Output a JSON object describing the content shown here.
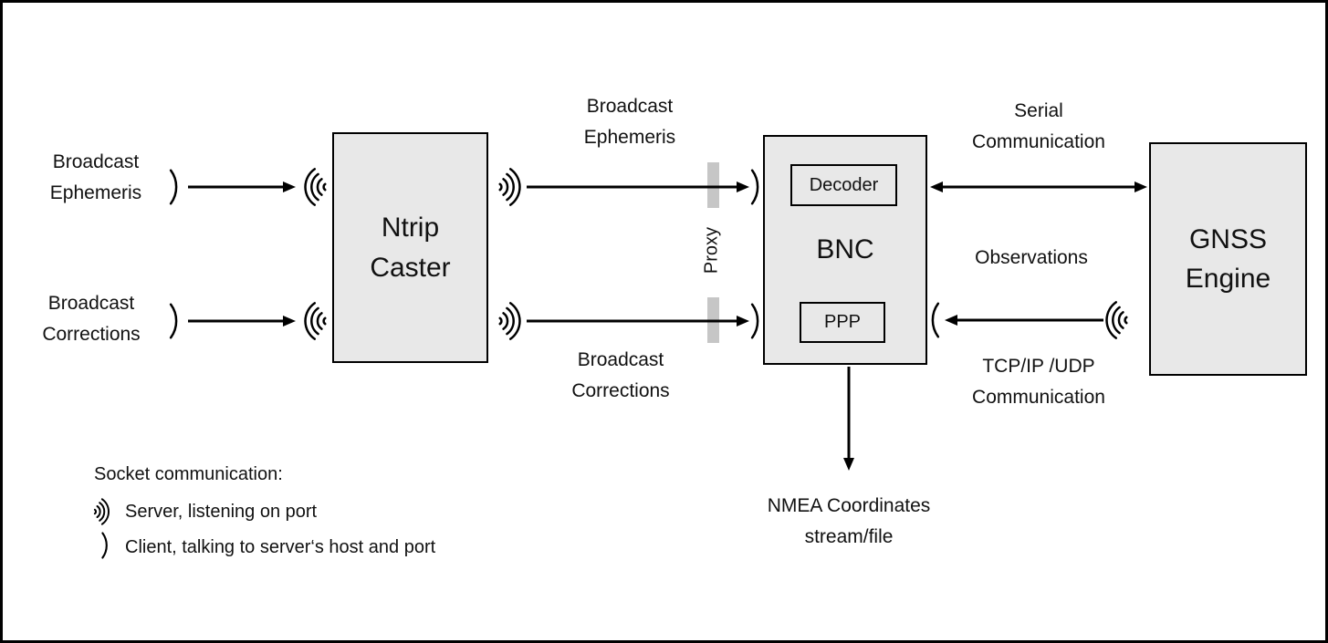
{
  "diagram": {
    "nodes": {
      "ntrip_caster": "Ntrip\nCaster",
      "bnc": "BNC",
      "decoder": "Decoder",
      "ppp": "PPP",
      "gnss_engine": "GNSS\nEngine"
    },
    "labels": {
      "broadcast_ephemeris_left": "Broadcast\nEphemeris",
      "broadcast_corrections_left": "Broadcast\nCorrections",
      "broadcast_ephemeris_top": "Broadcast\nEphemeris",
      "broadcast_corrections_mid": "Broadcast\nCorrections",
      "serial_communication": "Serial\nCommunication",
      "observations": "Observations",
      "tcpip_udp_communication": "TCP/IP /UDP\nCommunication",
      "nmea_output": "NMEA Coordinates\nstream/file",
      "proxy": "Proxy"
    },
    "legend": {
      "title": "Socket communication:",
      "server": "Server, listening on port",
      "client": "Client, talking to server‘s host and port"
    },
    "icons": {
      "server_socket": "nested-radio-arcs",
      "client_socket": "single-arc-parenthesis"
    },
    "colors": {
      "node_fill": "#e8e8e8",
      "node_border": "#000000",
      "proxy_bar": "#c6c6c6",
      "line": "#000000",
      "background": "#ffffff"
    }
  }
}
